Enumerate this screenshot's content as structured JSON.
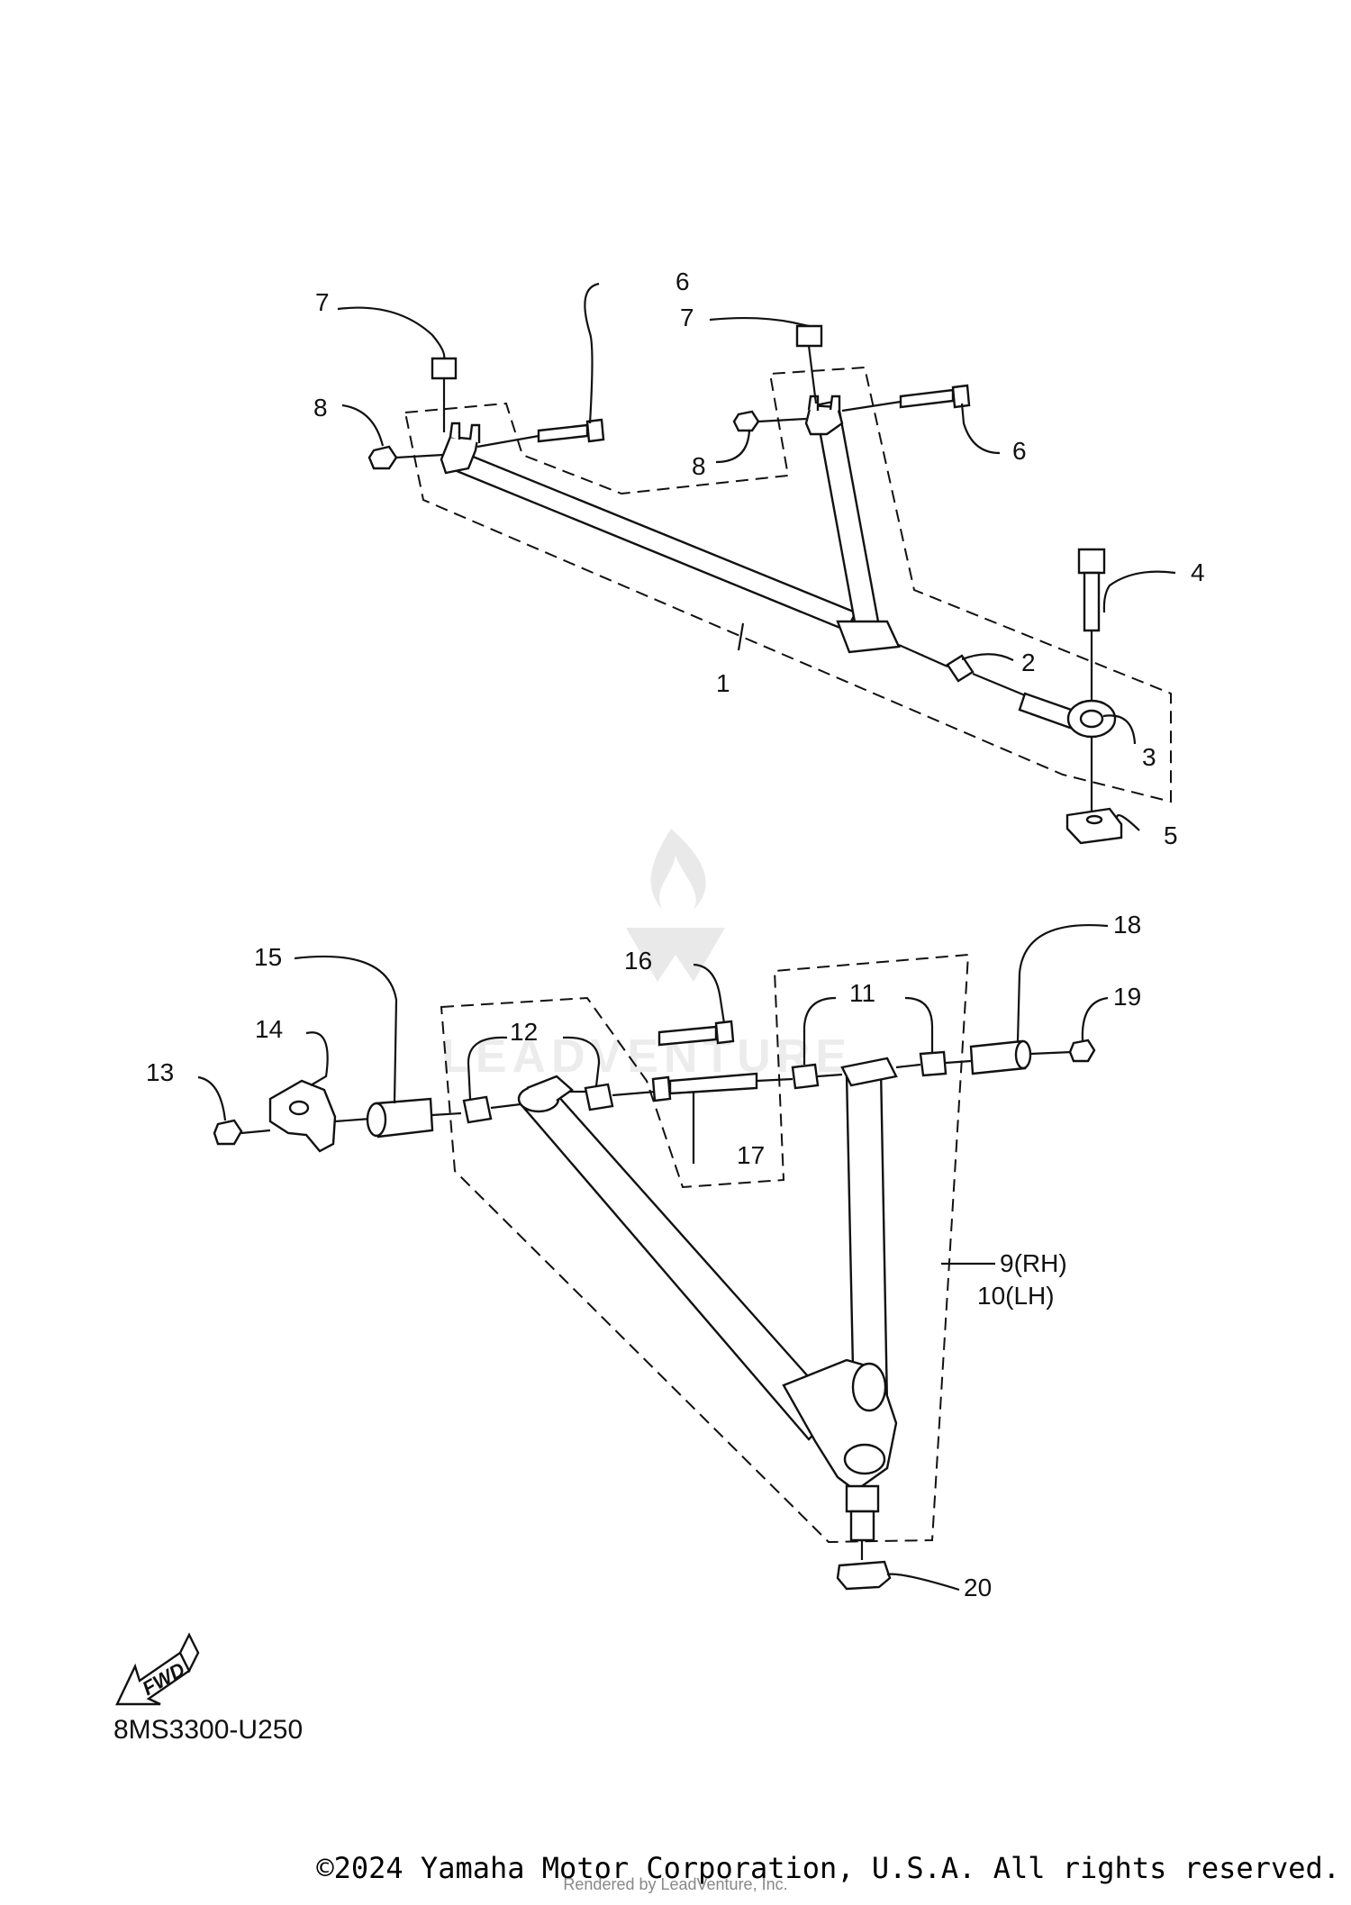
{
  "diagram": {
    "callouts": {
      "c1": "1",
      "c2": "2",
      "c3": "3",
      "c4": "4",
      "c5": "5",
      "c6a": "6",
      "c6b": "6",
      "c7a": "7",
      "c7b": "7",
      "c8a": "8",
      "c8b": "8",
      "c9": "9(RH)",
      "c10": "10(LH)",
      "c11": "11",
      "c12": "12",
      "c13": "13",
      "c14": "14",
      "c15": "15",
      "c16": "16",
      "c17": "17",
      "c18": "18",
      "c19": "19",
      "c20": "20"
    },
    "fwd_label": "FWD",
    "diagram_code": "8MS3300-U250",
    "watermark": "LEADVENTURE"
  },
  "footer": {
    "copyright": "©2024 Yamaha Motor Corporation, U.S.A. All rights reserved.",
    "rendered_by": "Rendered by LeadVenture, Inc."
  }
}
